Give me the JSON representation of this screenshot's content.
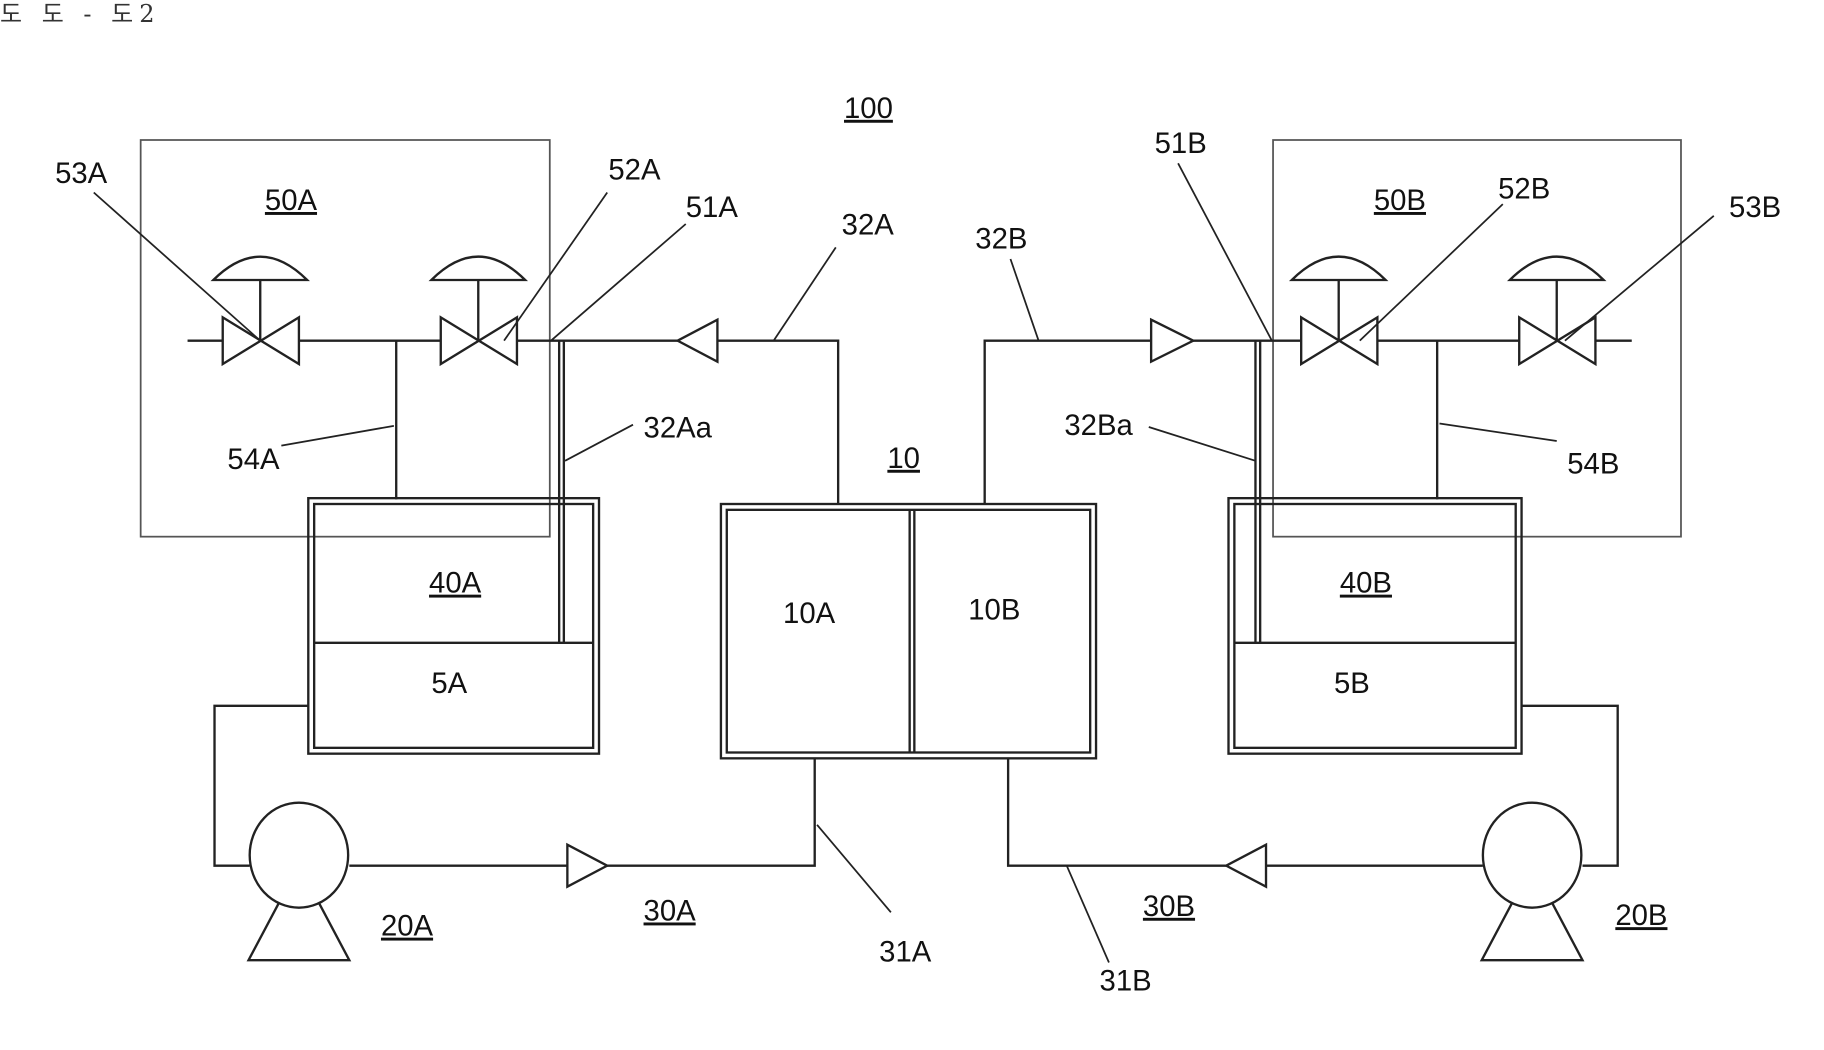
{
  "header": "도 도 - 도2",
  "labels": {
    "system": "100",
    "cell": "10",
    "cell_a": "10A",
    "cell_b": "10B",
    "gas_unit_a": "50A",
    "gas_unit_b": "50B",
    "valve_53a": "53A",
    "valve_52a": "52A",
    "node_51a": "51A",
    "pipe_32a": "32A",
    "pipe_32b": "32B",
    "node_51b": "51B",
    "valve_52b": "52B",
    "valve_53b": "53B",
    "pipe_54a": "54A",
    "pipe_32aa": "32Aa",
    "pipe_32ba": "32Ba",
    "pipe_54b": "54B",
    "tank_40a": "40A",
    "tank_40b": "40B",
    "liquid_5a": "5A",
    "liquid_5b": "5B",
    "pump_20a": "20A",
    "pump_20b": "20B",
    "line_30a": "30A",
    "line_30b": "30B",
    "pipe_31a": "31A",
    "pipe_31b": "31B"
  }
}
